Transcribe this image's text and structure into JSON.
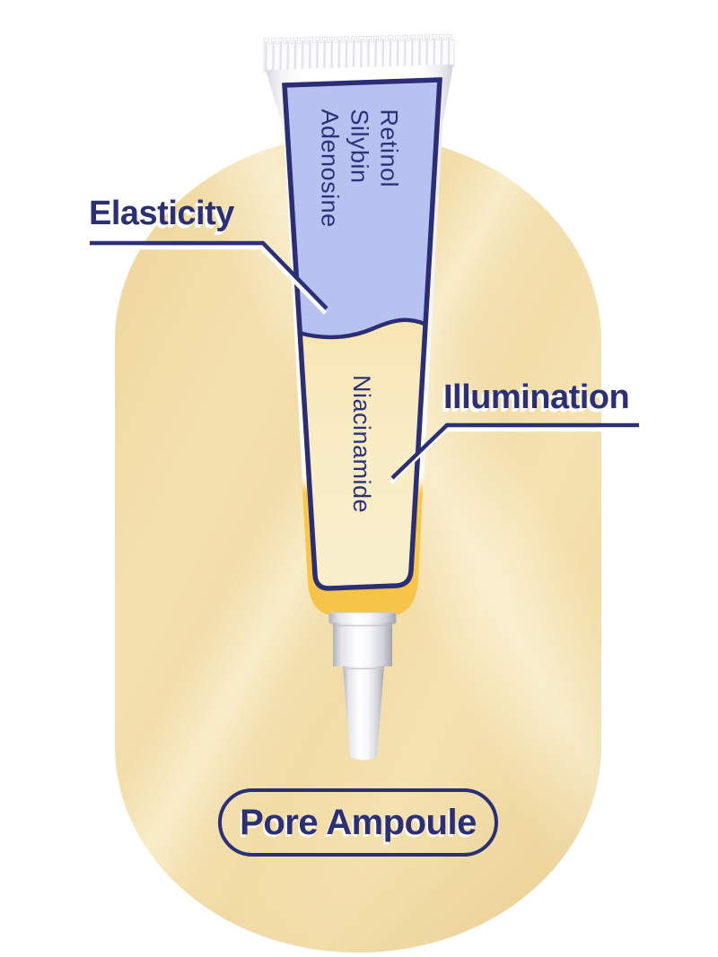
{
  "diagram": {
    "callouts": {
      "left": "Elasticity",
      "right": "Illumination"
    },
    "tube": {
      "blue_section_ingredients": [
        "Retinol",
        "Silybin",
        "Adenosine"
      ],
      "yellow_section_ingredient": "Niacinamide"
    },
    "badge": {
      "label": "Pore Ampoule"
    }
  },
  "colors": {
    "navy": "#2b2f75",
    "periwinkle_blue": "#b8c2f0",
    "label_cream": "#f8e9c0",
    "swatch_cream": "#f2dda7",
    "tube_yellow": "#f7c84e"
  }
}
